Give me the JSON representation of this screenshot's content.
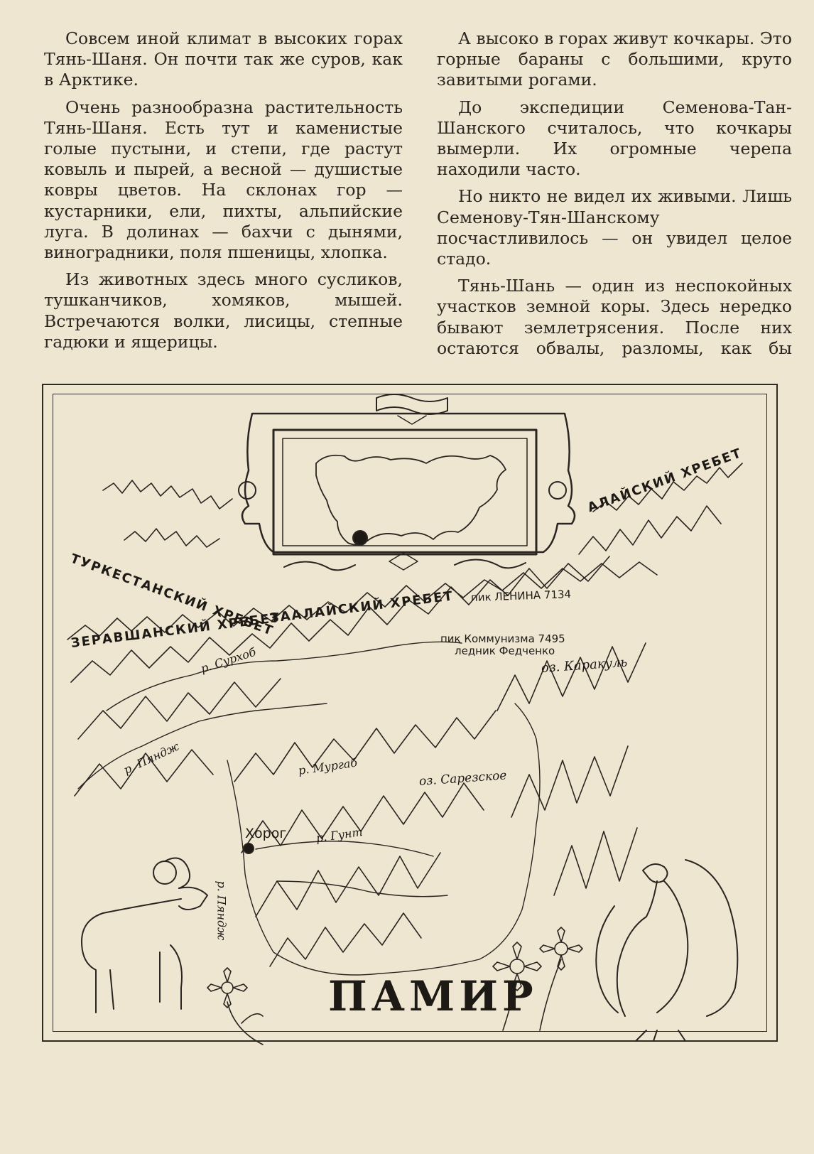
{
  "text": {
    "left": [
      "Совсем иной климат в высоких горах Тянь-Шаня. Он почти так же суров, как в Арктике.",
      "Очень разнообразна растительность Тянь-Шаня. Есть тут и каменистые голые пустыни, и степи, где растут ковыль и пырей, а весной — душистые ковры цветов. На склонах гор — кустарники, ели, пихты, альпийские луга. В долинах — бахчи с дынями, виноградники, поля пшеницы, хлопка.",
      "Из животных здесь много сусликов, тушканчиков, хомяков, мышей. Встречаются волки, лисицы, степные гадюки и ящерицы."
    ],
    "right": [
      "А высоко в горах живут кочкары. Это горные бараны с большими, круто завитыми рогами.",
      "До экспедиции Семенова-Тан-Шанского считалось, что кочкары вымерли. Их огромные черепа находили часто.",
      "Но никто не видел их живыми. Лишь Семенову-Тян-Шанскому посчастливилось — он увидел целое стадо.",
      "Тянь-Шань — один из неспокойных участков земной коры. Здесь нередко бывают землетрясения. После них остаются обвалы, разломы, как бы"
    ]
  },
  "map": {
    "title": "ПАМИР",
    "labels": {
      "alai": "АЛАЙСКИЙ ХРЕБЕТ",
      "turkestan": "ТУРКЕСТАНСКИЙ ХРЕБЕТ",
      "zaalai": "ЗААЛАЙСКИЙ ХРЕБЕТ",
      "zeravshan": "ЗЕРАВШАНСКИЙ ХРЕБЕТ",
      "lenin": "пик ЛЕНИНА 7134",
      "communism": "пик Коммунизма 7495",
      "fedchenko": "ледник Федченко",
      "karakul": "оз. Каракуль",
      "surkhob": "р. Сурхоб",
      "panj": "р. Пяндж",
      "murgab": "р. Мургаб",
      "sarez": "оз. Сарезское",
      "khorog": "Хорог",
      "gunt": "р. Гунт",
      "panj2": "р. Пяндж"
    }
  }
}
